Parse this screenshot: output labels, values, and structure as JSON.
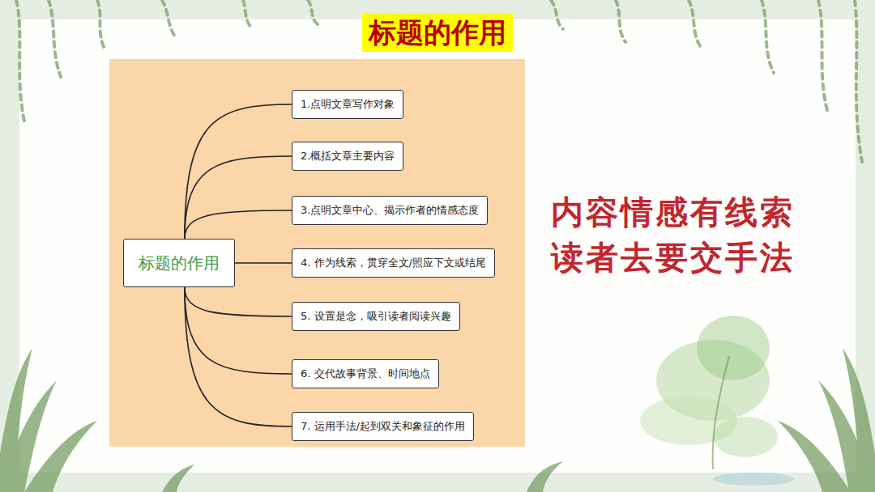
{
  "diagram": {
    "title": "标题的作用",
    "nodes": [
      {
        "text": [
          "标题的作用"
        ]
      },
      {
        "text": [
          "1.点明文章写作对象"
        ]
      },
      {
        "text": [
          "2.概括文章主要内容"
        ]
      },
      {
        "text": [
          "3.点明文章中心、揭示作者的情感态度"
        ]
      },
      {
        "text": [
          "4. 作为线索，贯穿全文/照应下文或结尾"
        ]
      },
      {
        "text": [
          "5. 设置是念，吸引读者阅读兴趣"
        ]
      },
      {
        "text": [
          "6. 交代故事背景、时间地点"
        ]
      },
      {
        "text": [
          "7. 运用手法/起到双关和象征的作用"
        ]
      }
    ],
    "edges": [
      {
        "from": 0,
        "to": 1,
        "arrow": "none"
      },
      {
        "from": 0,
        "to": 2,
        "arrow": "none"
      },
      {
        "from": 0,
        "to": 3,
        "arrow": "none"
      },
      {
        "from": 0,
        "to": 4,
        "arrow": "none"
      },
      {
        "from": 0,
        "to": 5,
        "arrow": "none"
      },
      {
        "from": 0,
        "to": 6,
        "arrow": "none"
      },
      {
        "from": 0,
        "to": 7,
        "arrow": "none"
      }
    ],
    "labels": [
      "内容情感有线索",
      "读者去要交手法"
    ]
  }
}
